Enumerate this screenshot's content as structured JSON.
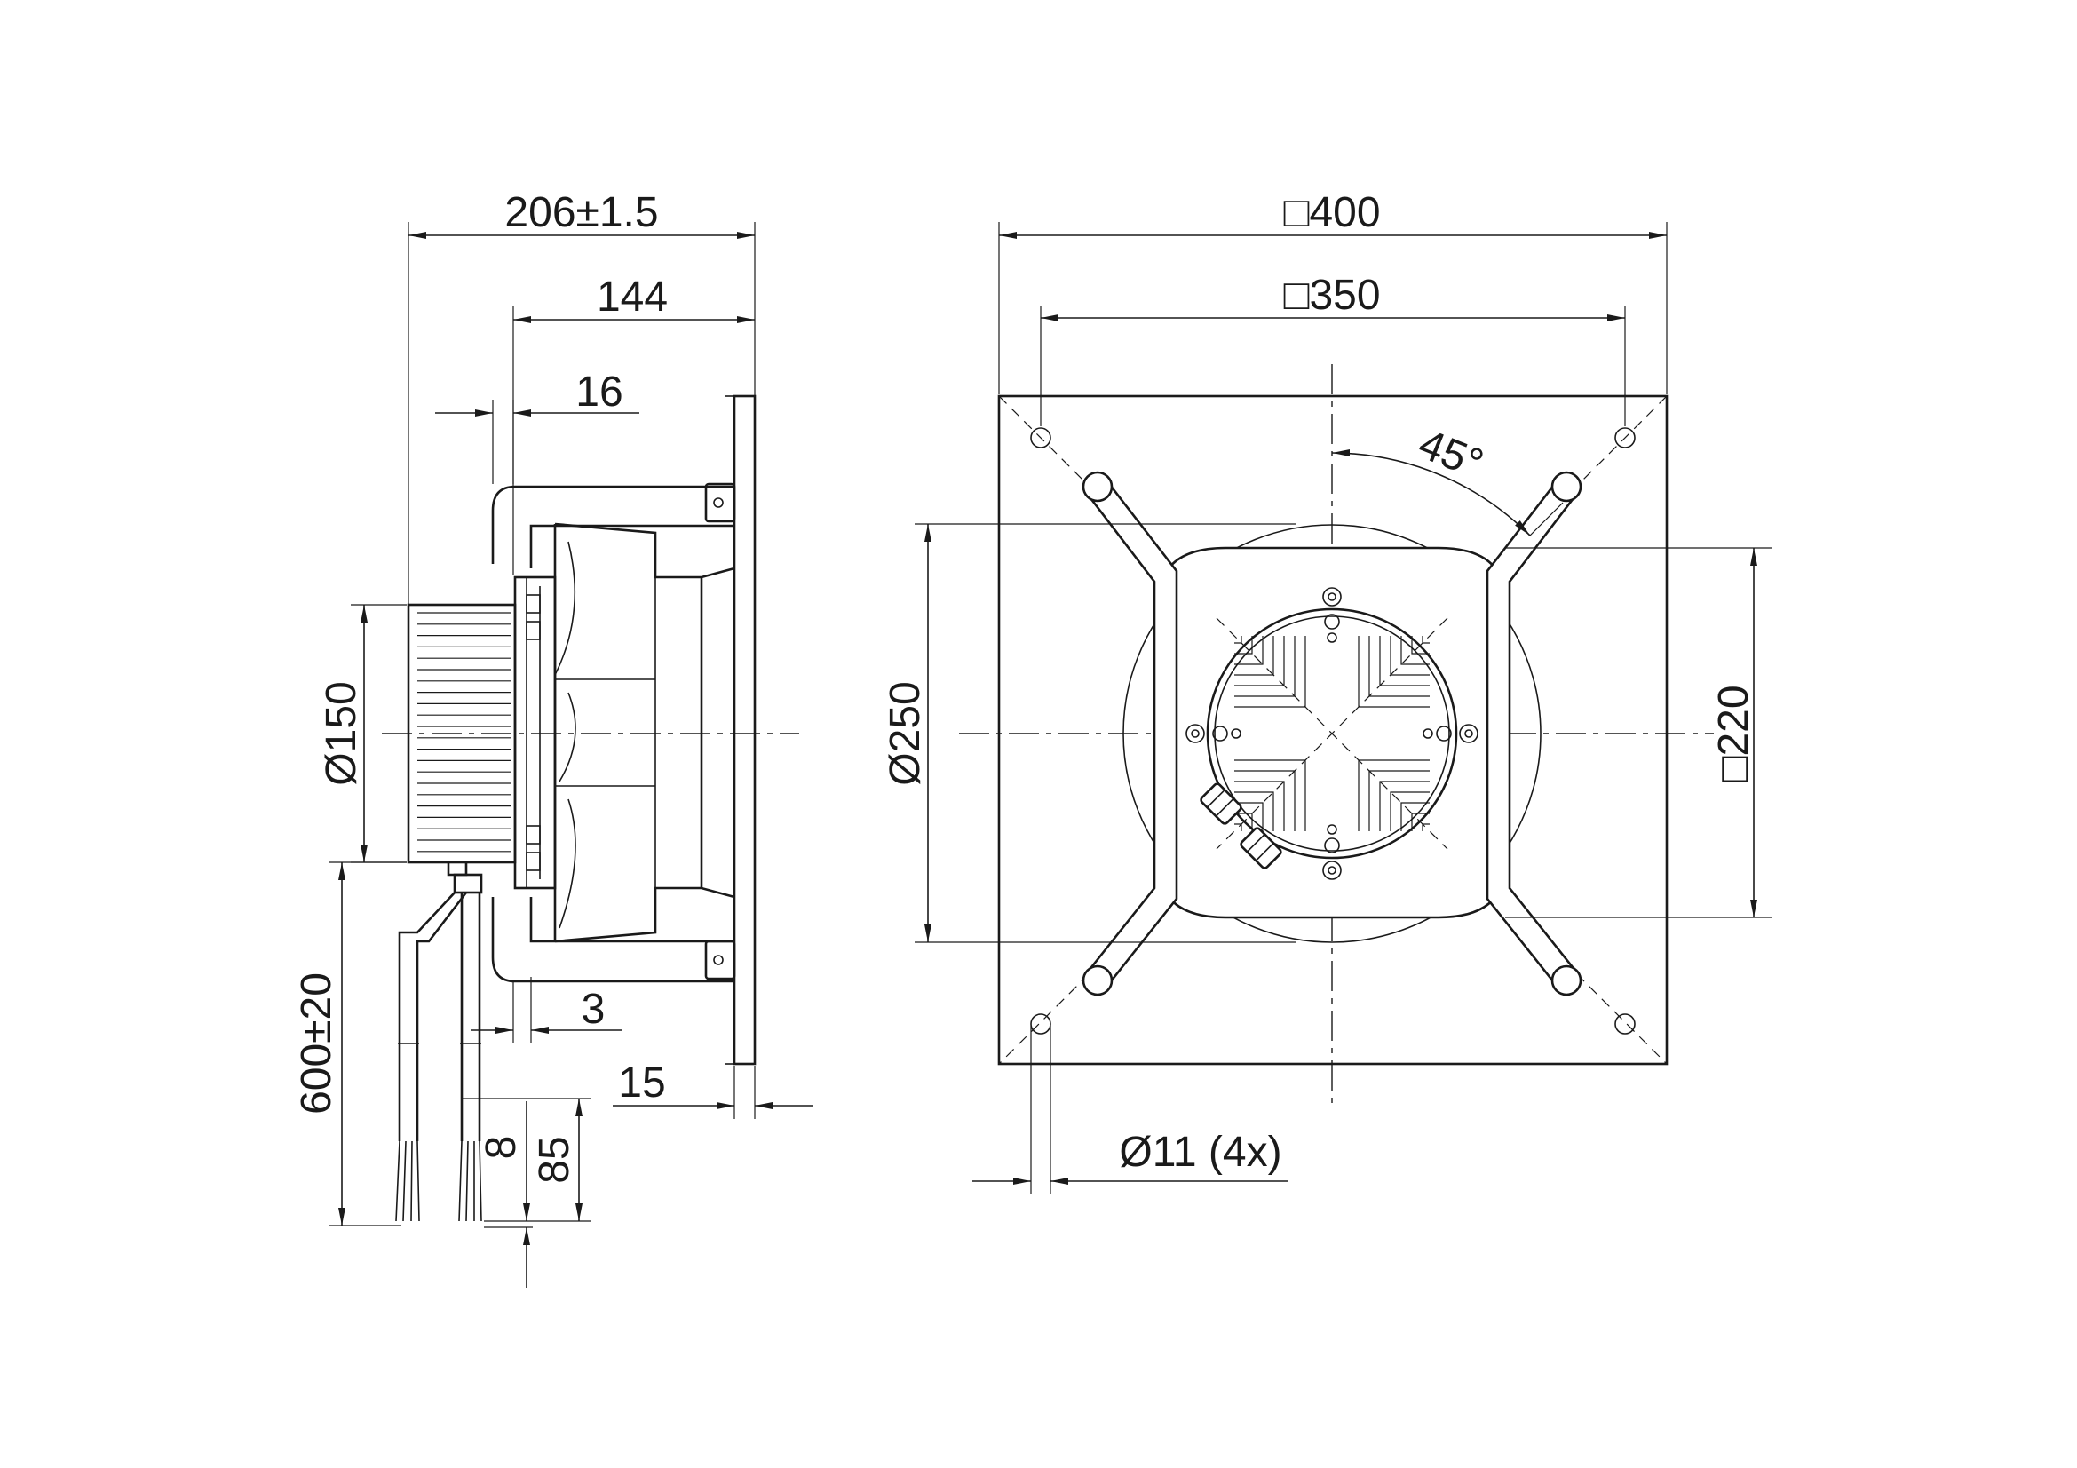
{
  "dimensions": {
    "overall_depth": "206±1.5",
    "housing_depth": "144",
    "nozzle_offset": "16",
    "motor_diameter": "Ø150",
    "cable_length": "600±20",
    "small_offset": "3",
    "plate_thickness": "15",
    "wire_strip": "8",
    "wire_end": "85",
    "plate_outer": "□400",
    "hole_pitch": "□350",
    "impeller_diameter": "Ø250",
    "motor_square": "□220",
    "angle": "45°",
    "hole_diameter": "Ø11 (4x)"
  }
}
